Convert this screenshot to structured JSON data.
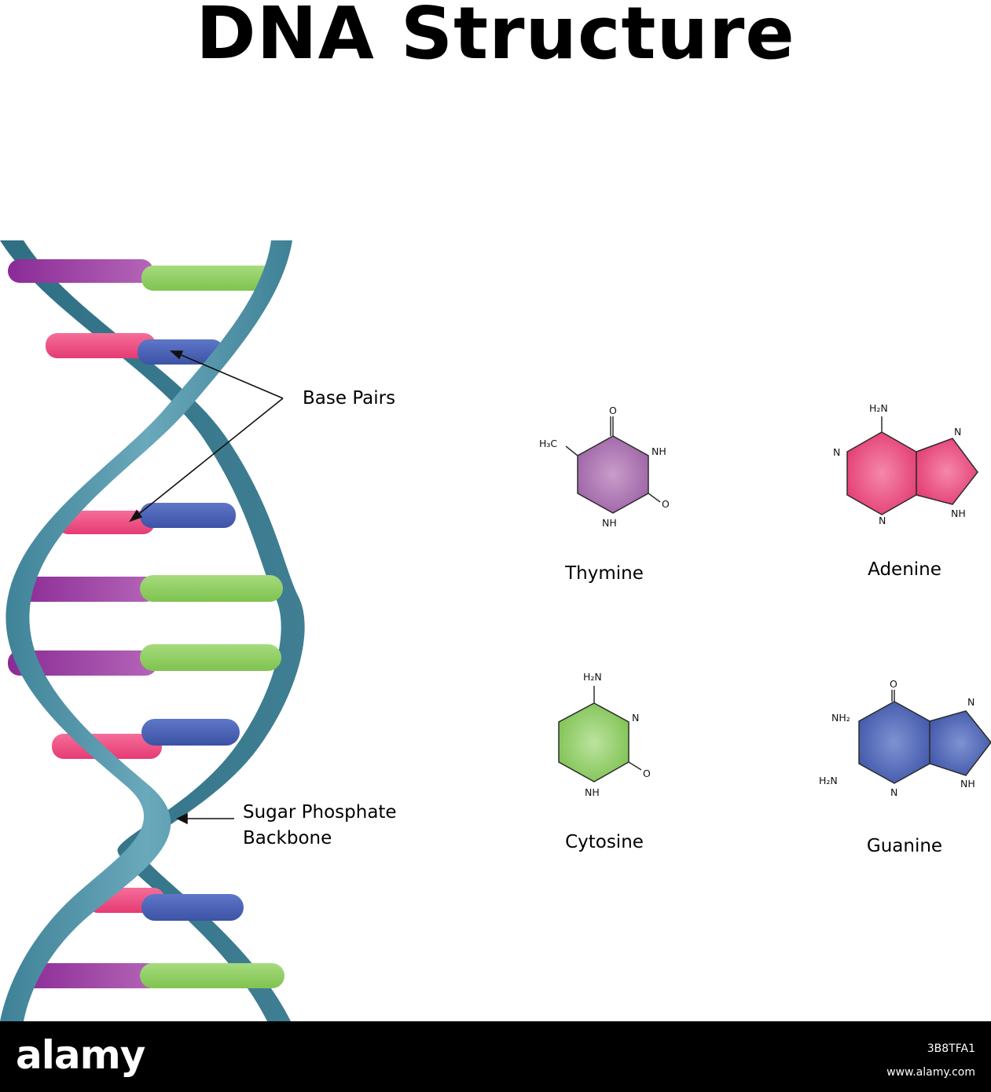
{
  "title": "DNA Structure",
  "labels": {
    "base_pairs": "Base Pairs",
    "backbone_line1": "Sugar Phosphate",
    "backbone_line2": "Backbone"
  },
  "molecules": {
    "thymine": {
      "name": "Thymine",
      "color": "#b57fbb",
      "atoms": {
        "o_top": "O",
        "nh_right": "NH",
        "o_right": "O",
        "nh_bottom": "NH",
        "h3c": "H₃C"
      }
    },
    "adenine": {
      "name": "Adenine",
      "color": "#ea4a7b",
      "atoms": {
        "h2n": "H₂N",
        "n_left": "N",
        "n_bottom": "N",
        "n_top_right": "N",
        "nh_right": "NH"
      }
    },
    "cytosine": {
      "name": "Cytosine",
      "color": "#93cc6c",
      "atoms": {
        "h2n": "H₂N",
        "n_right": "N",
        "o_right": "O",
        "nh_bottom": "NH"
      }
    },
    "guanine": {
      "name": "Guanine",
      "color": "#4d67b3",
      "atoms": {
        "o_top": "O",
        "nh2": "NH₂",
        "h2n": "H₂N",
        "n_bottom": "N",
        "n_top_right": "N",
        "nh_right": "NH"
      }
    }
  },
  "colors": {
    "backbone": "#4f93a6",
    "purple": "#8a3a9e",
    "green": "#8ccf62",
    "pink": "#ee4f83",
    "blue": "#4a5fb3"
  },
  "footer": {
    "logo": "alamy",
    "image_id": "3B8TFA1",
    "url": "www.alamy.com"
  }
}
